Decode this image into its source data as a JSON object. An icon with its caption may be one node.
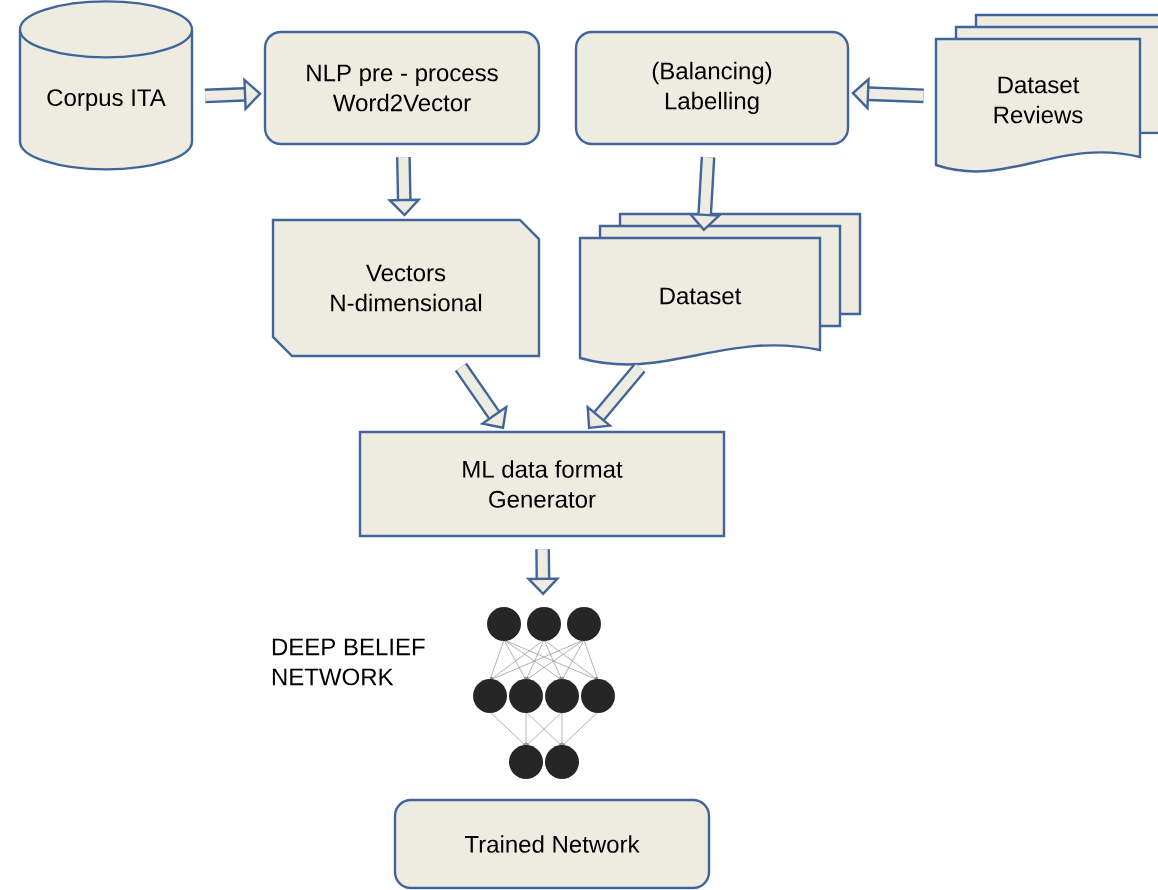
{
  "diagram": {
    "nodes": [
      {
        "text": [
          "Corpus ITA"
        ]
      },
      {
        "text": [
          "NLP pre - process Word2Vector"
        ]
      },
      {
        "text": [
          "(Balancing) Labelling"
        ]
      },
      {
        "text": [
          "Dataset Reviews"
        ]
      },
      {
        "text": [
          "Vectors N-dimensional"
        ]
      },
      {
        "text": [
          "Dataset"
        ]
      },
      {
        "text": [
          "ML data format Generator"
        ]
      },
      {
        "text": [],
        "shape": "picture",
        "beside": [
          "DEEP BELIEF NETWORK"
        ]
      },
      {
        "text": [
          "Trained Network"
        ]
      }
    ],
    "edges": [
      {
        "from": 0,
        "to": 1,
        "arrow": "to"
      },
      {
        "from": 3,
        "to": 2,
        "arrow": "to"
      },
      {
        "from": 1,
        "to": 4,
        "arrow": "to"
      },
      {
        "from": 2,
        "to": 5,
        "arrow": "to"
      },
      {
        "from": 4,
        "to": 6,
        "arrow": "to"
      },
      {
        "from": 5,
        "to": 6,
        "arrow": "to"
      },
      {
        "from": 6,
        "to": 7,
        "arrow": "to"
      }
    ]
  }
}
